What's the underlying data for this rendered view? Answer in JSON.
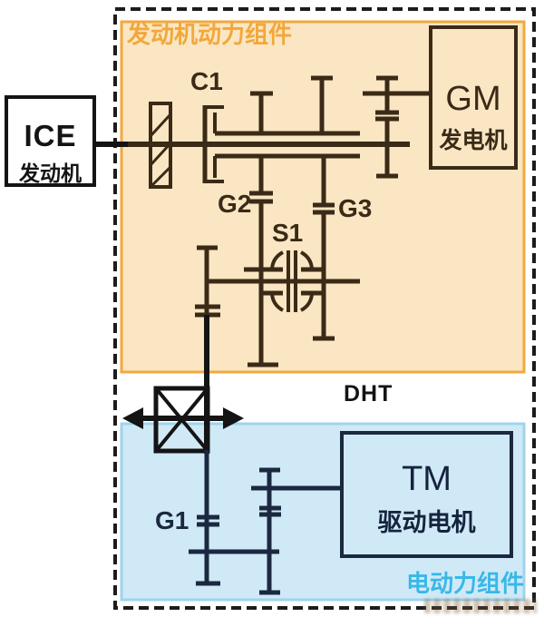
{
  "diagram": {
    "title": "DHT",
    "regions": {
      "engine": {
        "label": "发动机动力组件"
      },
      "electric": {
        "label": "电动力组件"
      }
    },
    "components": {
      "ice": {
        "abbr": "ICE",
        "name": "发动机"
      },
      "gm": {
        "abbr": "GM",
        "name": "发电机"
      },
      "tm": {
        "abbr": "TM",
        "name": "驱动电机"
      }
    },
    "labels": {
      "dht": "DHT",
      "c1": "C1",
      "g1": "G1",
      "g2": "G2",
      "g3": "G3",
      "s1": "S1"
    },
    "colors": {
      "engine_fill": "#fbe6c4",
      "engine_border": "#f1a93c",
      "engine_label": "#f2a83a",
      "electric_fill": "#cfe9f7",
      "electric_border": "#9fd4ec",
      "electric_label": "#38b8e8",
      "line_brown": "#3a2a16",
      "line_navy": "#1b2940",
      "line_black": "#141414"
    }
  }
}
